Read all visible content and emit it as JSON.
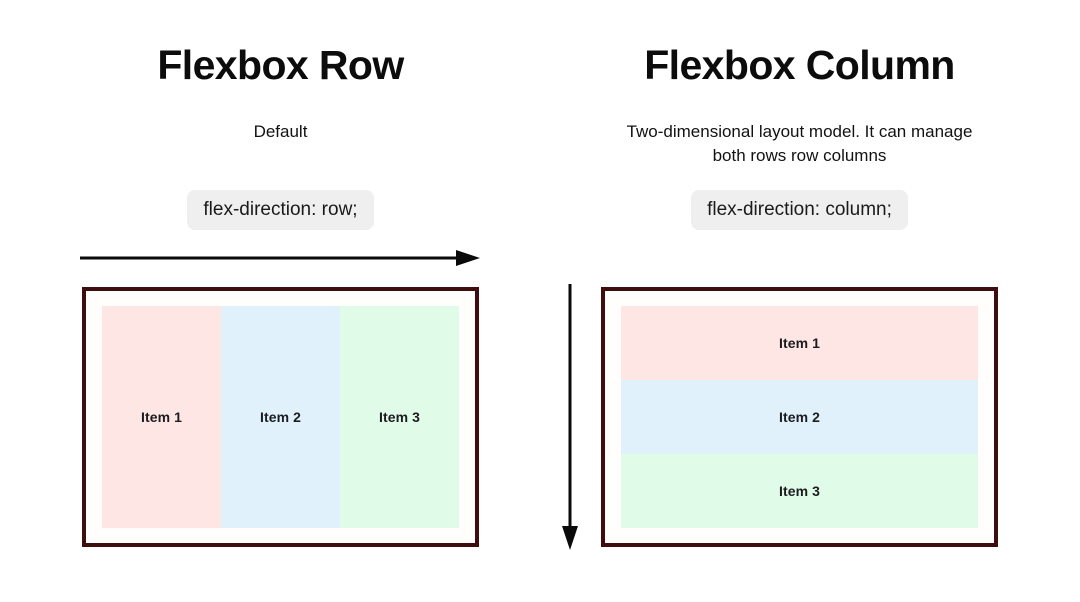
{
  "left": {
    "title": "Flexbox Row",
    "subtitle": "Default",
    "code": "flex-direction: row;",
    "arrow_direction": "right",
    "items": [
      {
        "label": "Item 1",
        "color": "#fde6e4"
      },
      {
        "label": "Item 2",
        "color": "#e0f1fc"
      },
      {
        "label": "Item 3",
        "color": "#e1fbe9"
      }
    ]
  },
  "right": {
    "title": "Flexbox Column",
    "subtitle": "Two-dimensional layout model. It can manage both rows row columns",
    "code": "flex-direction: column;",
    "arrow_direction": "down",
    "items": [
      {
        "label": "Item 1",
        "color": "#fde6e4"
      },
      {
        "label": "Item 2",
        "color": "#e0f1fc"
      },
      {
        "label": "Item 3",
        "color": "#e1fbe9"
      }
    ]
  },
  "colors": {
    "container_border": "#3e0d0d",
    "chip_background": "#efefef",
    "arrow": "#0a0a0a",
    "item_text": "#1b1c1f",
    "background": "#ffffff"
  }
}
